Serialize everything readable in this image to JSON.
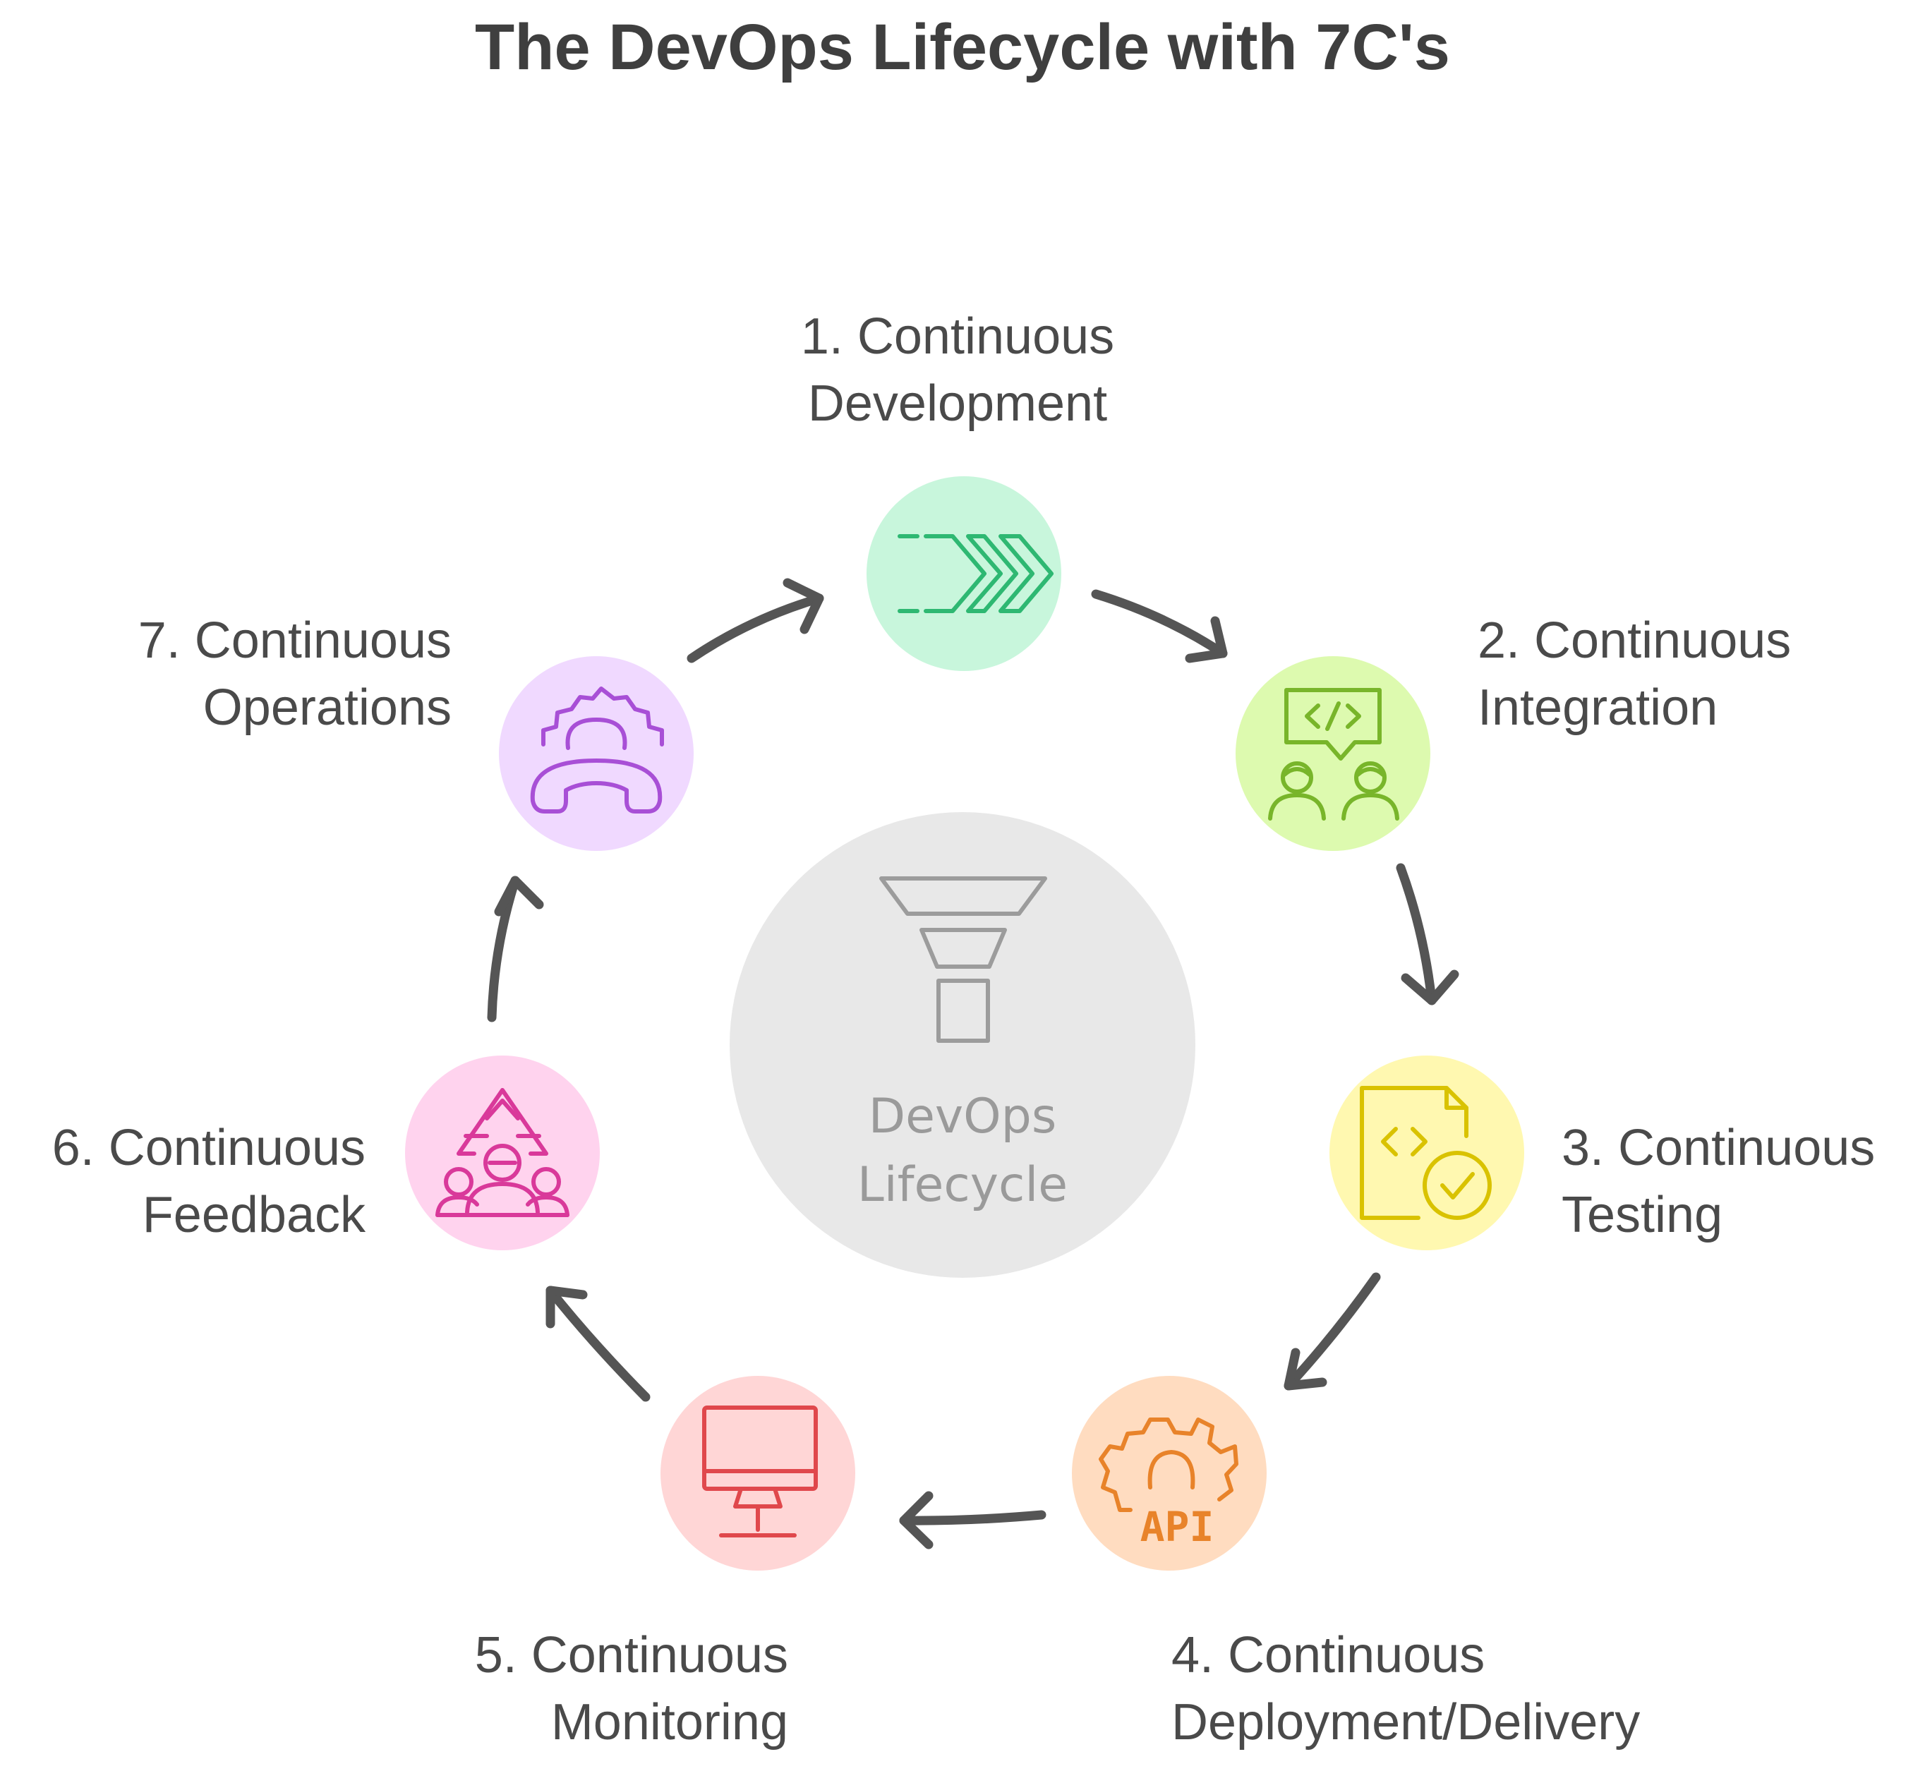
{
  "title": "The DevOps Lifecycle with 7C's",
  "center": {
    "line1": "DevOps",
    "line2": "Lifecycle",
    "icon": "funnel-icon",
    "color": "#e8e8e8"
  },
  "stages": [
    {
      "line1": "1. Continuous",
      "line2": "Development",
      "icon": "chevrons-right-icon",
      "bg": "#c8f6dc",
      "stroke": "#2eb872"
    },
    {
      "line1": "2. Continuous",
      "line2": "Integration",
      "icon": "code-collaboration-icon",
      "bg": "#ddfaaf",
      "stroke": "#78b52a"
    },
    {
      "line1": "3. Continuous",
      "line2": "Testing",
      "icon": "code-file-check-icon",
      "bg": "#fff8b0",
      "stroke": "#d9c200"
    },
    {
      "line1": "4. Continuous",
      "line2": "Deployment/Delivery",
      "icon": "api-gear-icon",
      "bg": "#ffdcc0",
      "stroke": "#e8832a",
      "icon_text": "API"
    },
    {
      "line1": "5. Continuous",
      "line2": "Monitoring",
      "icon": "monitor-icon",
      "bg": "#ffd6d6",
      "stroke": "#e0484c"
    },
    {
      "line1": "6. Continuous",
      "line2": "Feedback",
      "icon": "team-feedback-icon",
      "bg": "#ffd3ee",
      "stroke": "#d9399a"
    },
    {
      "line1": "7. Continuous",
      "line2": "Operations",
      "icon": "support-gear-icon",
      "bg": "#f0d9ff",
      "stroke": "#a84fd6"
    }
  ],
  "arrow_color": "#555555"
}
